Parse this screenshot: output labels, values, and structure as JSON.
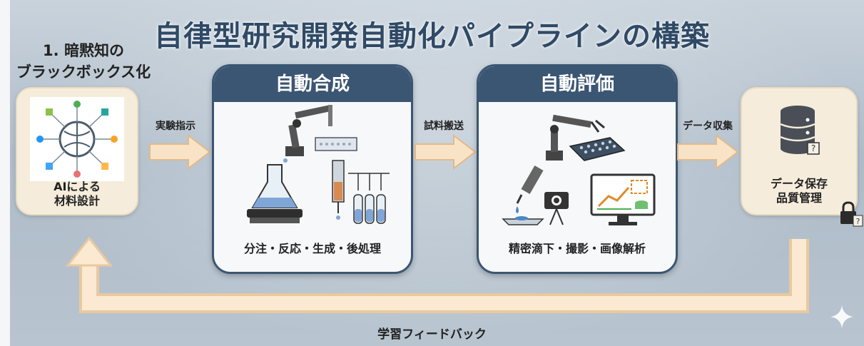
{
  "title": "自律型研究開発自動化パイプラインの構築",
  "step1": {
    "line1": "1. 暗黙知の",
    "line2": "ブラックボックス化"
  },
  "ai_card": {
    "line1": "AIによる",
    "line2": "材料設計"
  },
  "arrows": {
    "a1": "実験指示",
    "a2": "試料搬送",
    "a3": "データ収集"
  },
  "synthesis": {
    "title": "自動合成",
    "caption": "分注・反応・生成・後処理"
  },
  "evaluation": {
    "title": "自動評価",
    "caption": "精密滴下・撮影・画像解析"
  },
  "data_card": {
    "line1": "データ保存",
    "line2": "品質管理"
  },
  "feedback": "学習フィードバック",
  "colors": {
    "navy": "#3b5673",
    "cream": "#f6ecdb",
    "arrow": "#f8e3c6"
  }
}
